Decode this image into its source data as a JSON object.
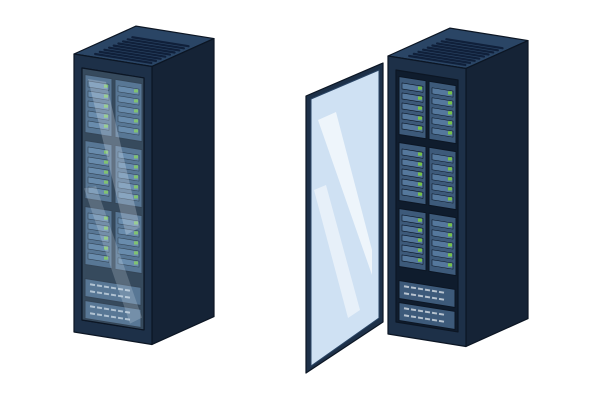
{
  "scene": {
    "background": "#ffffff",
    "colors": {
      "outline": "#0c1624",
      "cabinet_front": "#1d3048",
      "cabinet_side": "#152336",
      "cabinet_top": "#2a4565",
      "vent": "#10203a",
      "glass": "#9ec2dc",
      "glass_light": "#e8f1fb",
      "server_body": "#3d5a7a",
      "server_face": "#55789c",
      "led_green": "#77c24a",
      "drive": "#b7c3cf"
    },
    "racks": [
      {
        "id": "rack-closed",
        "door": "closed",
        "server_units": 6,
        "drive_units": 1
      },
      {
        "id": "rack-open",
        "door": "open",
        "server_units": 6,
        "drive_units": 1
      }
    ],
    "icons": [
      "server-rack-closed-icon",
      "server-rack-open-icon",
      "glass-door-icon"
    ]
  }
}
